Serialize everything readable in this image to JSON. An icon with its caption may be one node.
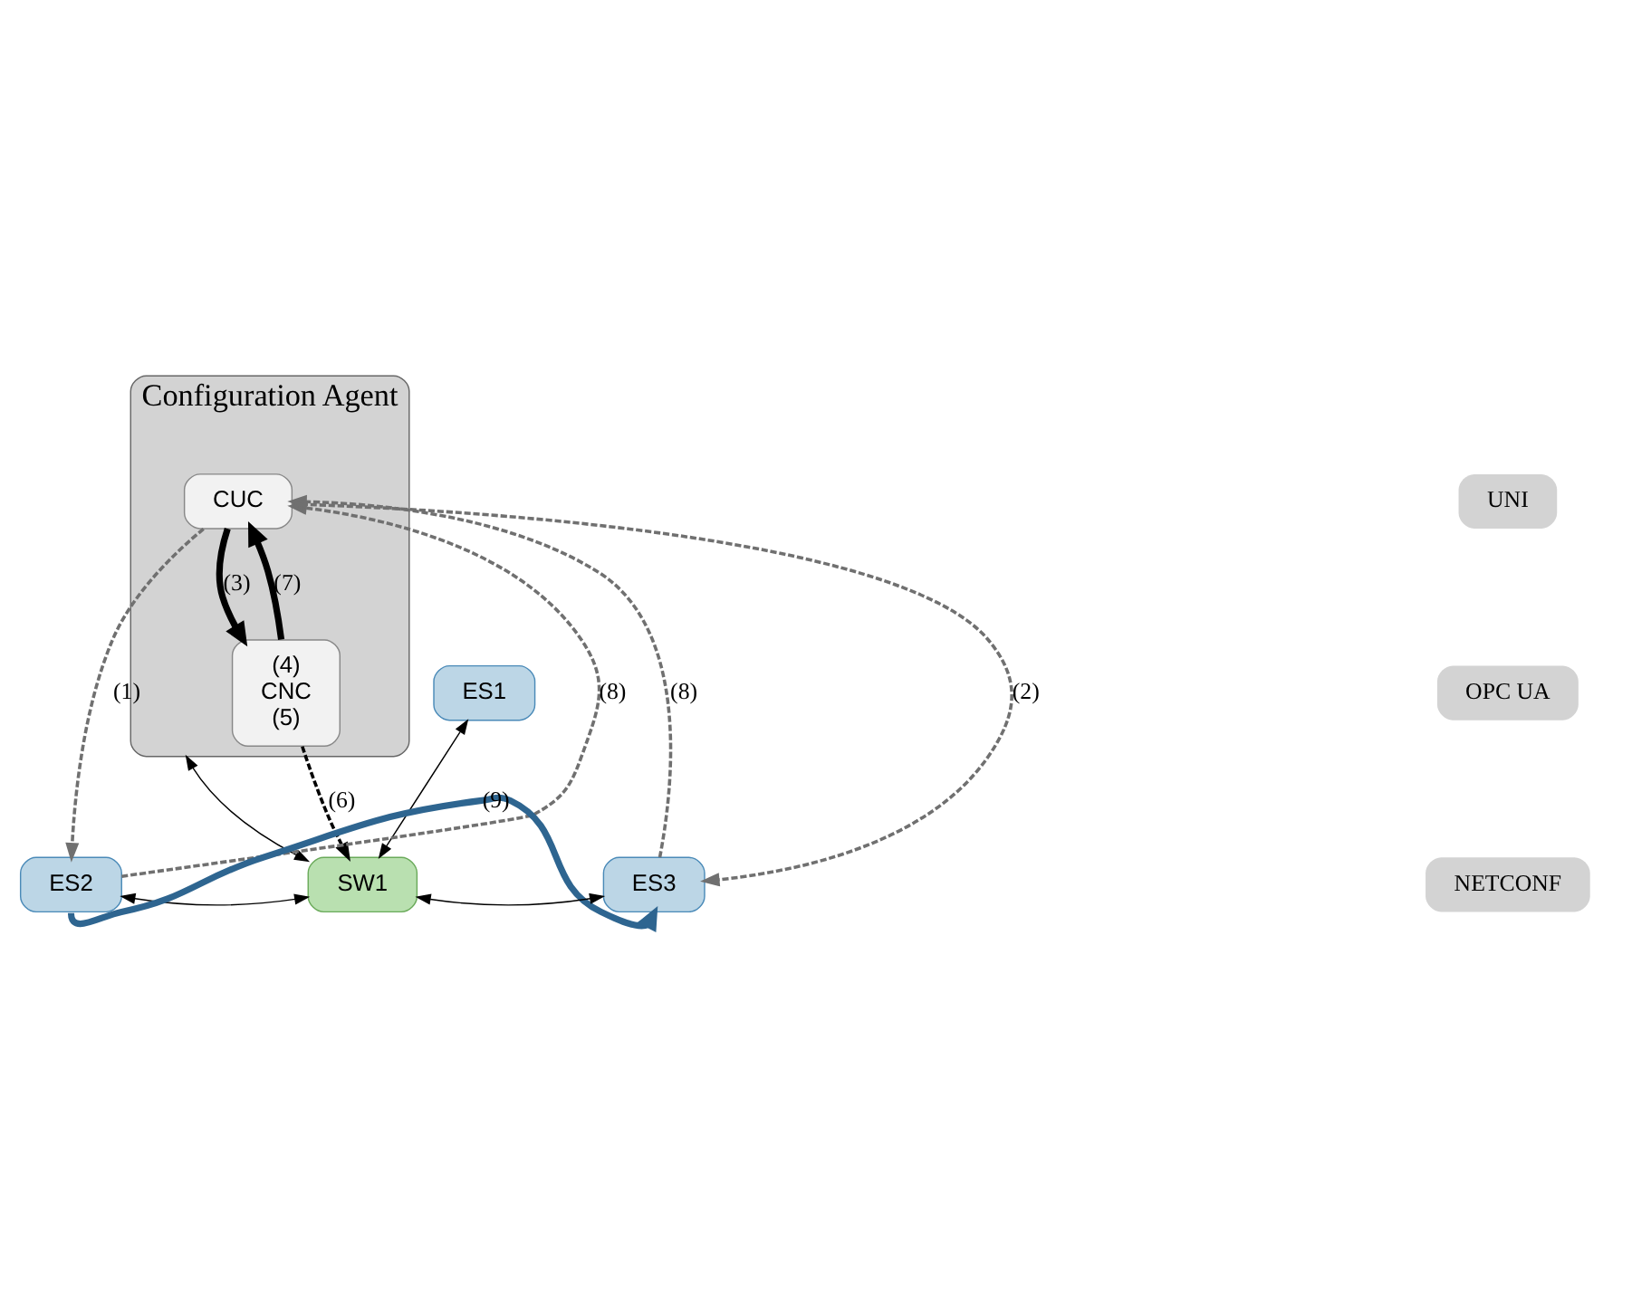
{
  "diagram": {
    "nodes": [
      {
        "text": [
          "Configuration Agent"
        ]
      },
      {
        "text": [
          "CUC"
        ],
        "in": 0
      },
      {
        "text": [
          "(4)",
          "CNC",
          "(5)"
        ],
        "in": 0
      },
      {
        "text": [
          "ES1"
        ]
      },
      {
        "text": [
          "ES2"
        ]
      },
      {
        "text": [
          "SW1"
        ]
      },
      {
        "text": [
          "ES3"
        ]
      }
    ],
    "edges": [
      {
        "from": 1,
        "to": 4,
        "arrow": "to",
        "label": "(1)",
        "style": "dashed",
        "color": "#707070"
      },
      {
        "from": 4,
        "to": 1,
        "arrow": "to",
        "label": "(8)",
        "style": "dashed",
        "color": "#707070"
      },
      {
        "from": 1,
        "to": 6,
        "arrow": "to",
        "label": "(2)",
        "style": "dashed",
        "color": "#707070"
      },
      {
        "from": 6,
        "to": 1,
        "arrow": "to",
        "label": "(8)",
        "style": "dashed",
        "color": "#707070"
      },
      {
        "from": 1,
        "to": 2,
        "arrow": "to",
        "label": "(3)",
        "style": "thick"
      },
      {
        "from": 2,
        "to": 1,
        "arrow": "to",
        "label": "(7)",
        "style": "thick"
      },
      {
        "from": 2,
        "to": 5,
        "arrow": "to",
        "label": "(6)",
        "style": "dashed"
      },
      {
        "from": 0,
        "to": 5,
        "arrow": "both"
      },
      {
        "from": 3,
        "to": 5,
        "arrow": "both"
      },
      {
        "from": 4,
        "to": 5,
        "arrow": "both"
      },
      {
        "from": 5,
        "to": 6,
        "arrow": "both"
      },
      {
        "from": 4,
        "to": 6,
        "arrow": "to",
        "label": "(9)",
        "style": "thick",
        "color": "#2e6590"
      }
    ],
    "legend": [
      {
        "text": "UNI"
      },
      {
        "text": "OPC UA"
      },
      {
        "text": "NETCONF"
      }
    ]
  }
}
